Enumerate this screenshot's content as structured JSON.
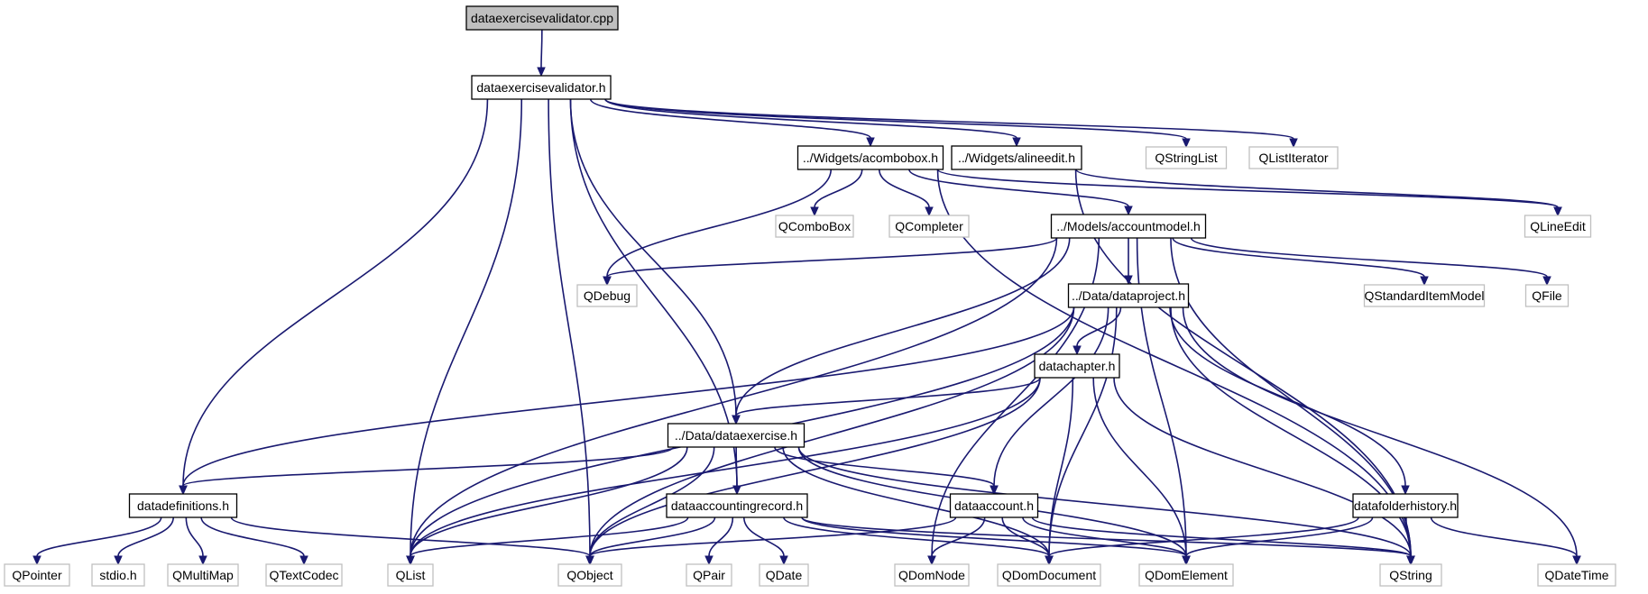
{
  "diagram": {
    "type": "include-dependency-graph",
    "colors": {
      "edge": "#191970",
      "root_fill": "#bfbfbf",
      "internal_border": "#000000",
      "external_border": "#bfbfbf",
      "text": "#000000"
    },
    "nodes": [
      {
        "id": "cpp",
        "label": "dataexercisevalidator.cpp",
        "kind": "root"
      },
      {
        "id": "h",
        "label": "dataexercisevalidator.h",
        "kind": "internal"
      },
      {
        "id": "acombo",
        "label": "../Widgets/acombobox.h",
        "kind": "internal"
      },
      {
        "id": "alineedit",
        "label": "../Widgets/alineedit.h",
        "kind": "internal"
      },
      {
        "id": "qstringlist",
        "label": "QStringList",
        "kind": "external"
      },
      {
        "id": "qlistiter",
        "label": "QListIterator",
        "kind": "external"
      },
      {
        "id": "qcombobox",
        "label": "QComboBox",
        "kind": "external"
      },
      {
        "id": "qcompleter",
        "label": "QCompleter",
        "kind": "external"
      },
      {
        "id": "accountmodel",
        "label": "../Models/accountmodel.h",
        "kind": "internal"
      },
      {
        "id": "qlineedit",
        "label": "QLineEdit",
        "kind": "external"
      },
      {
        "id": "qdebug",
        "label": "QDebug",
        "kind": "external"
      },
      {
        "id": "dataproject",
        "label": "../Data/dataproject.h",
        "kind": "internal"
      },
      {
        "id": "qstdmodel",
        "label": "QStandardItemModel",
        "kind": "external"
      },
      {
        "id": "qfile",
        "label": "QFile",
        "kind": "external"
      },
      {
        "id": "datachapter",
        "label": "datachapter.h",
        "kind": "internal"
      },
      {
        "id": "dataexercise",
        "label": "../Data/dataexercise.h",
        "kind": "internal"
      },
      {
        "id": "datadefinitions",
        "label": "datadefinitions.h",
        "kind": "internal"
      },
      {
        "id": "dataaccrec",
        "label": "dataaccountingrecord.h",
        "kind": "internal"
      },
      {
        "id": "dataaccount",
        "label": "dataaccount.h",
        "kind": "internal"
      },
      {
        "id": "datafolderhistory",
        "label": "datafolderhistory.h",
        "kind": "internal"
      },
      {
        "id": "qpointer",
        "label": "QPointer",
        "kind": "external"
      },
      {
        "id": "stdio",
        "label": "stdio.h",
        "kind": "external"
      },
      {
        "id": "qmultimap",
        "label": "QMultiMap",
        "kind": "external"
      },
      {
        "id": "qtextcodec",
        "label": "QTextCodec",
        "kind": "external"
      },
      {
        "id": "qlist",
        "label": "QList",
        "kind": "external"
      },
      {
        "id": "qobject",
        "label": "QObject",
        "kind": "external"
      },
      {
        "id": "qpair",
        "label": "QPair",
        "kind": "external"
      },
      {
        "id": "qdate",
        "label": "QDate",
        "kind": "external"
      },
      {
        "id": "qdomnode",
        "label": "QDomNode",
        "kind": "external"
      },
      {
        "id": "qdomdocument",
        "label": "QDomDocument",
        "kind": "external"
      },
      {
        "id": "qdomelement",
        "label": "QDomElement",
        "kind": "external"
      },
      {
        "id": "qstring",
        "label": "QString",
        "kind": "external"
      },
      {
        "id": "qdatetime",
        "label": "QDateTime",
        "kind": "external"
      }
    ],
    "edges": [
      [
        "cpp",
        "h"
      ],
      [
        "h",
        "acombo"
      ],
      [
        "h",
        "alineedit"
      ],
      [
        "h",
        "qstringlist"
      ],
      [
        "h",
        "qlistiter"
      ],
      [
        "h",
        "datadefinitions"
      ],
      [
        "h",
        "qlist"
      ],
      [
        "h",
        "qobject"
      ],
      [
        "h",
        "dataaccrec"
      ],
      [
        "h",
        "dataexercise"
      ],
      [
        "acombo",
        "qcombobox"
      ],
      [
        "acombo",
        "qcompleter"
      ],
      [
        "acombo",
        "accountmodel"
      ],
      [
        "acombo",
        "qdebug"
      ],
      [
        "acombo",
        "qlineedit"
      ],
      [
        "acombo",
        "qstring"
      ],
      [
        "alineedit",
        "qlineedit"
      ],
      [
        "alineedit",
        "qstring"
      ],
      [
        "accountmodel",
        "qdebug"
      ],
      [
        "accountmodel",
        "dataproject"
      ],
      [
        "accountmodel",
        "qstdmodel"
      ],
      [
        "accountmodel",
        "qfile"
      ],
      [
        "accountmodel",
        "qlist"
      ],
      [
        "accountmodel",
        "dataexercise"
      ],
      [
        "accountmodel",
        "qdomnode"
      ],
      [
        "accountmodel",
        "qdomelement"
      ],
      [
        "accountmodel",
        "qstring"
      ],
      [
        "dataproject",
        "datachapter"
      ],
      [
        "dataproject",
        "datadefinitions"
      ],
      [
        "dataproject",
        "qlist"
      ],
      [
        "dataproject",
        "qobject"
      ],
      [
        "dataproject",
        "dataaccount"
      ],
      [
        "dataproject",
        "qdomdocument"
      ],
      [
        "dataproject",
        "datafolderhistory"
      ],
      [
        "dataproject",
        "qstring"
      ],
      [
        "dataproject",
        "qdatetime"
      ],
      [
        "datachapter",
        "dataexercise"
      ],
      [
        "datachapter",
        "qlist"
      ],
      [
        "datachapter",
        "qobject"
      ],
      [
        "datachapter",
        "qdomdocument"
      ],
      [
        "datachapter",
        "qdomelement"
      ],
      [
        "datachapter",
        "qstring"
      ],
      [
        "dataexercise",
        "datadefinitions"
      ],
      [
        "dataexercise",
        "dataaccrec"
      ],
      [
        "dataexercise",
        "dataaccount"
      ],
      [
        "dataexercise",
        "qlist"
      ],
      [
        "dataexercise",
        "qobject"
      ],
      [
        "dataexercise",
        "qdomdocument"
      ],
      [
        "dataexercise",
        "qdomelement"
      ],
      [
        "dataexercise",
        "qstring"
      ],
      [
        "datadefinitions",
        "qpointer"
      ],
      [
        "datadefinitions",
        "stdio"
      ],
      [
        "datadefinitions",
        "qmultimap"
      ],
      [
        "datadefinitions",
        "qtextcodec"
      ],
      [
        "datadefinitions",
        "qobject"
      ],
      [
        "dataaccrec",
        "qlist"
      ],
      [
        "dataaccrec",
        "qobject"
      ],
      [
        "dataaccrec",
        "qpair"
      ],
      [
        "dataaccrec",
        "qdate"
      ],
      [
        "dataaccrec",
        "qdomdocument"
      ],
      [
        "dataaccrec",
        "qdomelement"
      ],
      [
        "dataaccrec",
        "qstring"
      ],
      [
        "dataaccount",
        "qobject"
      ],
      [
        "dataaccount",
        "qdomnode"
      ],
      [
        "dataaccount",
        "qdomdocument"
      ],
      [
        "dataaccount",
        "qdomelement"
      ],
      [
        "dataaccount",
        "qstring"
      ],
      [
        "datafolderhistory",
        "qdomdocument"
      ],
      [
        "datafolderhistory",
        "qdomelement"
      ],
      [
        "datafolderhistory",
        "qstring"
      ],
      [
        "datafolderhistory",
        "qdatetime"
      ]
    ]
  }
}
